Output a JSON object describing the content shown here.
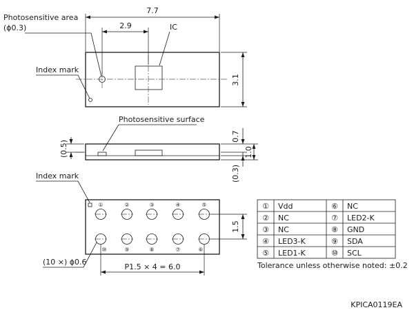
{
  "labels": {
    "photosensitive_area": "Photosensitive area",
    "photosensitive_area_size": "(ϕ0.3)",
    "index_mark": "Index mark",
    "ic": "IC",
    "photosensitive_surface": "Photosensitive surface",
    "index_mark_bottom": "Index mark",
    "hole_callout": "(10 ×) ϕ0.6",
    "code": "KPICA0119EA",
    "tolerance": "Tolerance unless otherwise noted: ±0.2"
  },
  "dimensions": {
    "width": "7.7",
    "offset": "2.9",
    "height": "3.1",
    "surface_height": "0.7",
    "thickness": "1.0",
    "substrate": "(0.3)",
    "side_offset": "(0.5)",
    "pitch": "P1.5 × 4 = 6.0",
    "row_spacing": "1.5"
  },
  "pins_top": [
    "①",
    "②",
    "③",
    "④",
    "⑤"
  ],
  "pins_bottom": [
    "⑩",
    "⑨",
    "⑧",
    "⑦",
    "⑥"
  ],
  "pin_table": [
    {
      "n1": "①",
      "s1": "Vdd",
      "n2": "⑥",
      "s2": "NC"
    },
    {
      "n1": "②",
      "s1": "NC",
      "n2": "⑦",
      "s2": "LED2-K"
    },
    {
      "n1": "③",
      "s1": "NC",
      "n2": "⑧",
      "s2": "GND"
    },
    {
      "n1": "④",
      "s1": "LED3-K",
      "n2": "⑨",
      "s2": "SDA"
    },
    {
      "n1": "⑤",
      "s1": "LED1-K",
      "n2": "⑩",
      "s2": "SCL"
    }
  ]
}
